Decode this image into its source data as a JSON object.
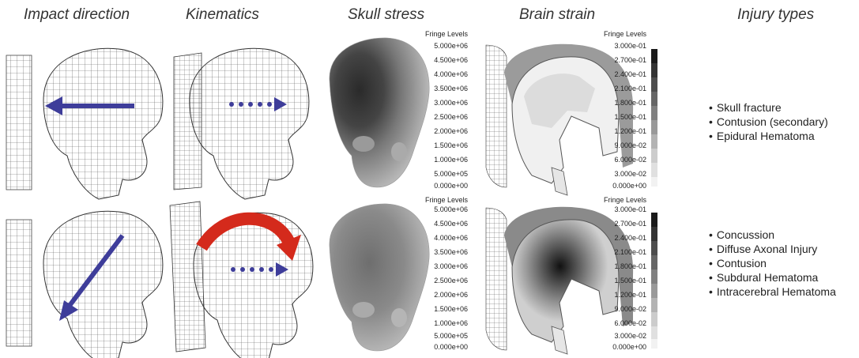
{
  "headers": {
    "impact": "Impact direction",
    "kinematics": "Kinematics",
    "skull": "Skull stress",
    "brain": "Brain strain",
    "injury": "Injury types"
  },
  "legends": {
    "skull": {
      "title": "Fringe Levels",
      "levels": [
        "5.000e+06",
        "4.500e+06",
        "4.000e+06",
        "3.500e+06",
        "3.000e+06",
        "2.500e+06",
        "2.000e+06",
        "1.500e+06",
        "1.000e+06",
        "5.000e+05",
        "0.000e+00"
      ]
    },
    "brain": {
      "title": "Fringe Levels",
      "levels": [
        "3.000e-01",
        "2.700e-01",
        "2.400e-01",
        "2.100e-01",
        "1.800e-01",
        "1.500e-01",
        "1.200e-01",
        "9.000e-02",
        "6.000e-02",
        "3.000e-02",
        "0.000e+00"
      ]
    }
  },
  "injuries": {
    "top": [
      "Skull fracture",
      "Contusion (secondary)",
      "Epidural Hematoma"
    ],
    "bottom": [
      "Concussion",
      "Diffuse Axonal Injury",
      "Contusion",
      "Subdural Hematoma",
      "Intracerebral Hematoma"
    ]
  },
  "colors": {
    "arrow_blue": "#3e3d9a",
    "arrow_red": "#d42a1c",
    "mesh": "#444444"
  }
}
